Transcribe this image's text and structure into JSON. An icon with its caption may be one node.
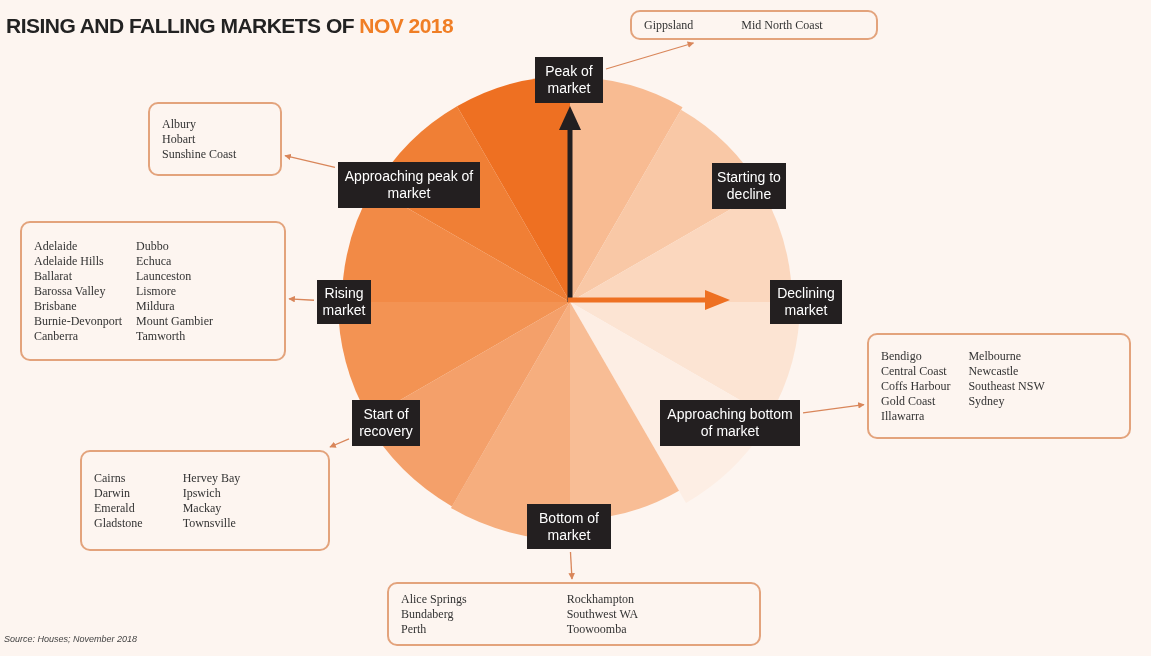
{
  "diagram": {
    "title": "RISING AND FALLING MARKETS OF *NOV 2018*",
    "caption": "Source: Houses; November 2018",
    "nodes": [
      {
        "text": [
          "Peak of market"
        ]
      },
      {
        "text": [
          "Starting to decline"
        ]
      },
      {
        "text": [
          "Declining market"
        ]
      },
      {
        "text": [
          "Approaching bottom of market"
        ]
      },
      {
        "text": [
          "Bottom of market"
        ]
      },
      {
        "text": [
          "Start of recovery"
        ]
      },
      {
        "text": [
          "Rising market"
        ]
      },
      {
        "text": [
          "Approaching peak of market"
        ]
      },
      {
        "text": [
          "Gippsland",
          "Mid North Coast"
        ]
      },
      {
        "text": [
          "Albury",
          "Hobart",
          "Sunshine Coast"
        ]
      },
      {
        "text": [
          "Adelaide",
          "Adelaide Hills",
          "Ballarat",
          "Barossa Valley",
          "Brisbane",
          "Burnie-Devonport",
          "Canberra",
          "Dubbo",
          "Echuca",
          "Launceston",
          "Lismore",
          "Mildura",
          "Mount Gambier",
          "Tamworth"
        ]
      },
      {
        "text": [
          "Bendigo",
          "Central Coast",
          "Coffs Harbour",
          "Gold Coast",
          "Illawarra",
          "Melbourne",
          "Newcastle",
          "Southeast NSW",
          "Sydney"
        ]
      },
      {
        "text": [
          "Cairns",
          "Darwin",
          "Emerald",
          "Gladstone",
          "Hervey Bay",
          "Ipswich",
          "Mackay",
          "Townsville"
        ]
      },
      {
        "text": [
          "Alice Springs",
          "Bundaberg",
          "Perth",
          "Rockhampton",
          "Southwest WA",
          "Toowoomba"
        ]
      }
    ],
    "edges": [
      {
        "from": 0,
        "to": 8,
        "arrow": "to"
      },
      {
        "from": 7,
        "to": 9,
        "arrow": "to"
      },
      {
        "from": 6,
        "to": 10,
        "arrow": "to"
      },
      {
        "from": 3,
        "to": 11,
        "arrow": "to"
      },
      {
        "from": 5,
        "to": 12,
        "arrow": "to"
      },
      {
        "from": 4,
        "to": 13,
        "arrow": "to"
      }
    ]
  }
}
